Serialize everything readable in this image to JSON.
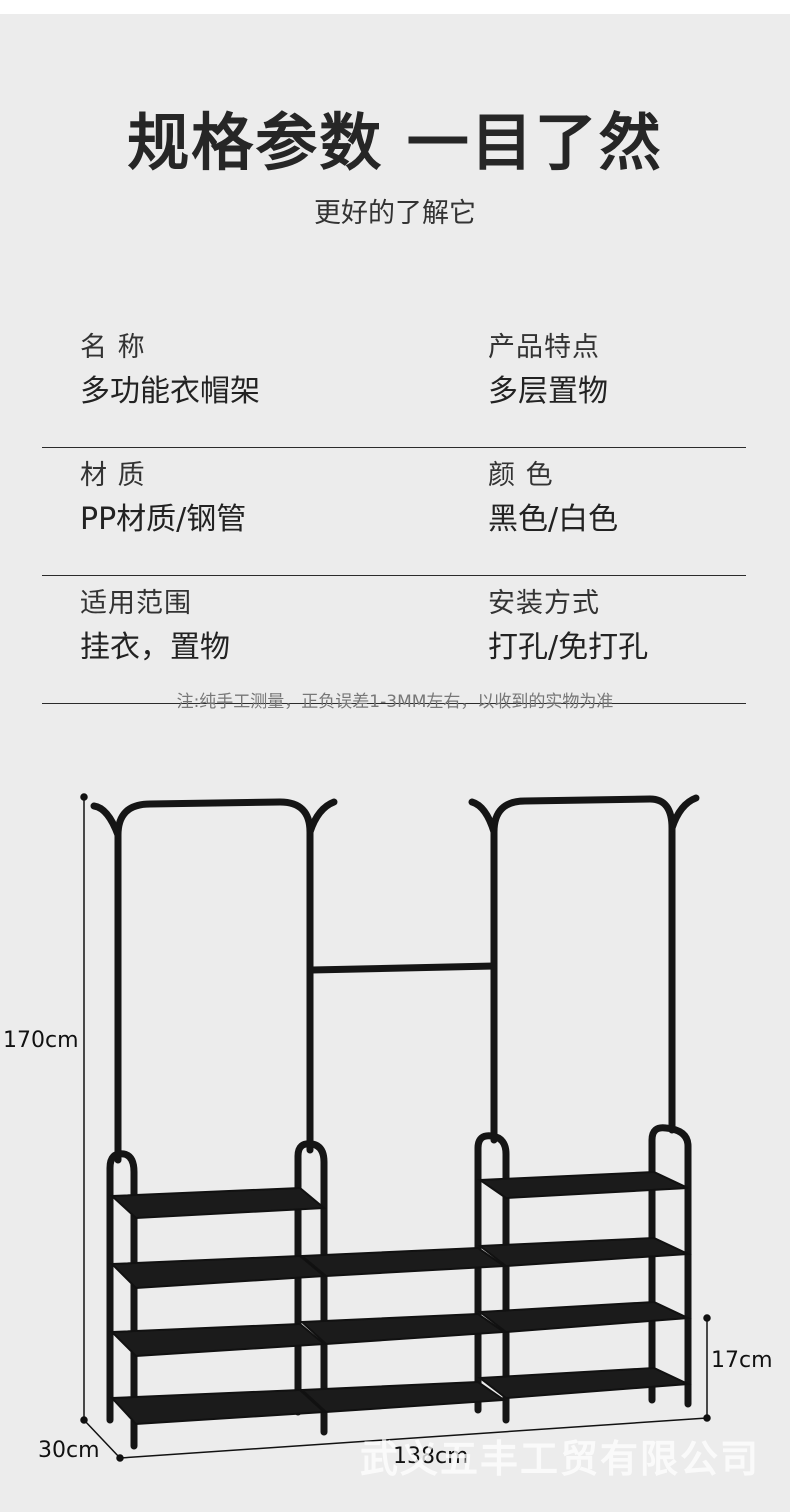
{
  "header": {
    "title": "规格参数 一目了然",
    "subtitle": "更好的了解它"
  },
  "specs": [
    {
      "left": {
        "label": "名 称",
        "value": "多功能衣帽架"
      },
      "right": {
        "label": "产品特点",
        "value": "多层置物"
      }
    },
    {
      "left": {
        "label": "材 质",
        "value": "PP材质/钢管"
      },
      "right": {
        "label": "颜 色",
        "value": "黑色/白色"
      }
    },
    {
      "left": {
        "label": "适用范围",
        "value": "挂衣，置物"
      },
      "right": {
        "label": "安装方式",
        "value": "打孔/免打孔"
      }
    }
  ],
  "note": "注:纯手工测量，正负误差1-3MM左右，以收到的实物为准",
  "dimensions": {
    "height": "170cm",
    "depth": "30cm",
    "width": "138cm",
    "shelf_gap": "17cm"
  },
  "watermark": "武义五丰工贸有限公司",
  "colors": {
    "background": "#ececec",
    "rack": "#151515"
  }
}
